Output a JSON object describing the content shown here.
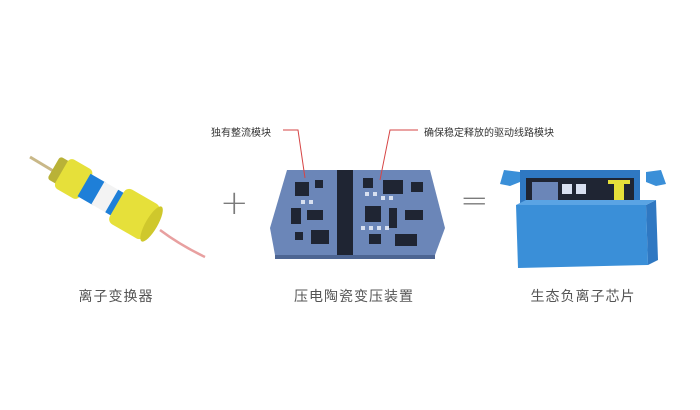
{
  "annotations": {
    "left": "独有整流模块",
    "right": "确保稳定释放的驱动线路模块"
  },
  "operators": {
    "plus": "+",
    "equals": "="
  },
  "items": [
    {
      "caption": "离子变换器"
    },
    {
      "caption": "压电陶瓷变压装置"
    },
    {
      "caption": "生态负离子芯片"
    }
  ],
  "colors": {
    "transformer_yellow": "#e6e03a",
    "transformer_blue": "#1e7fd8",
    "board_blue": "#6b86b8",
    "board_dark": "#1f2533",
    "box_blue": "#3a8fd8",
    "wire_pink": "#e8a0a0",
    "annotation_red": "#d64545"
  }
}
